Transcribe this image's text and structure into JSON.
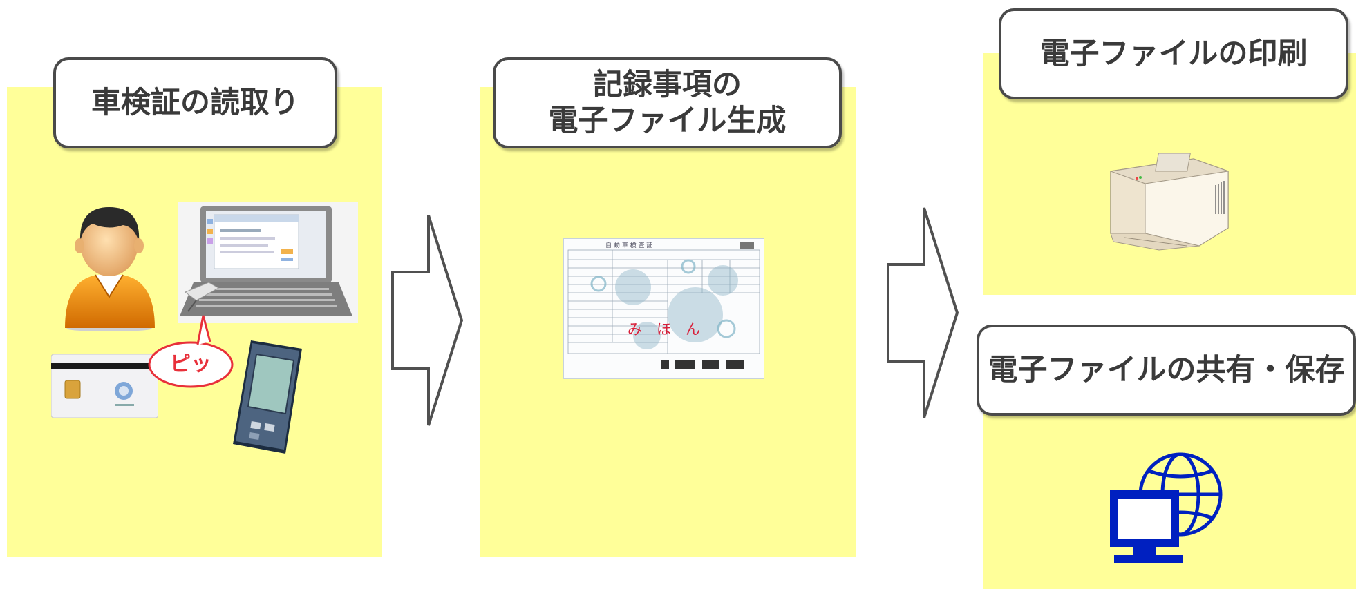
{
  "steps": {
    "read": {
      "title": "車検証の読取り",
      "bubble": "ピッ"
    },
    "generate": {
      "title_line1": "記録事項の",
      "title_line2": "電子ファイル生成",
      "stamp": "み　ほ　ん"
    },
    "print": {
      "title": "電子ファイルの印刷"
    },
    "share": {
      "title": "電子ファイルの共有・保存"
    }
  },
  "colors": {
    "panel": "#ffff99",
    "border": "#4a4a4a",
    "network_blue": "#0020c0",
    "bubble_red": "#e8303a"
  },
  "icons": [
    "user-icon",
    "laptop-icon",
    "ic-card-icon",
    "card-reader-icon",
    "handheld-device-icon",
    "document-icon",
    "printer-icon",
    "network-computer-icon",
    "arrow-right-icon"
  ]
}
